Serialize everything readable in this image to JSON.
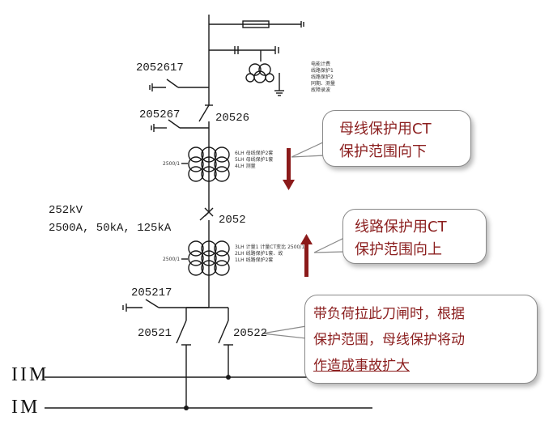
{
  "labels": {
    "sw_2052617": "2052617",
    "sw_205267": "205267",
    "sw_20526": "20526",
    "ct_ratio_upper": "2500/1",
    "voltage": "252kV",
    "ratings": "2500A, 50kA, 125kA",
    "breaker_2052": "2052",
    "ct_ratio_lower": "2500/1",
    "sw_205217": "205217",
    "sw_20521": "20521",
    "sw_20522": "20522",
    "bus_2": "IIM",
    "bus_1": "IM"
  },
  "pt_notes": [
    "电能计费",
    "线路保护1",
    "线路保护2",
    "同期、测量",
    "故障录波"
  ],
  "upper_ct_notes": [
    "6LH 母线保护2套",
    "5LH 母线保护1套",
    "4LH 测量"
  ],
  "lower_ct_notes": [
    "3LH 计量1 计量CT变比 2500/1",
    "2LH 线路保护1套、故",
    "1LH 线路保护2套"
  ],
  "bubbles": {
    "bus_protection": [
      "母线保护用CT",
      "保护范围向下"
    ],
    "line_protection": [
      "线路保护用CT",
      "保护范围向上"
    ],
    "warning": [
      "带负荷拉此刀闸时，根据",
      "保护范围，母线保护将动",
      "作造成事故扩大"
    ]
  },
  "colors": {
    "arrow": "#8b1a1a",
    "bubble_text": "#8b1e1e",
    "line": "#1a1a1a"
  }
}
